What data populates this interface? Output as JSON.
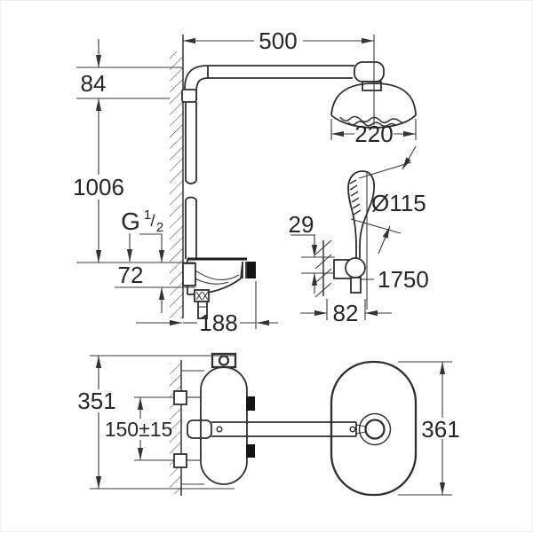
{
  "labels": {
    "top_view": {
      "arm_length": "500",
      "head_offset": "84",
      "column_height": "1006",
      "head_diameter": "220",
      "thread_g": "G",
      "thread_num": "1",
      "thread_slash": "/",
      "thread_den": "2",
      "inlet_height": "72",
      "body_depth": "188"
    },
    "hand_shower": {
      "holder_offset": "29",
      "diameter": "Ø115",
      "hose_length": "1750",
      "holder_depth": "82"
    },
    "bottom_view": {
      "body_height": "351",
      "inlet_spacing": "150±15",
      "head_width": "361"
    }
  },
  "colors": {
    "line": "#333333",
    "fill_dark": "#141414",
    "background": "#ffffff"
  }
}
